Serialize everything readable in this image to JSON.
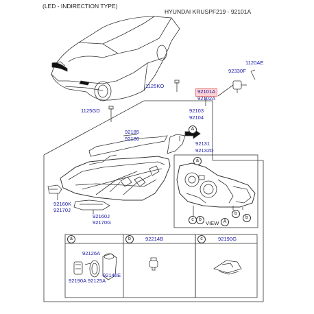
{
  "header": {
    "type_label": "(LED - INDIRECTION TYPE)",
    "model_line": "HYUNDAI KRUSPF219 - 92101A"
  },
  "parts": {
    "p1120AE": "1120AE",
    "p92330F": "92330F",
    "p1125KO": "1125KO",
    "p92101A": "92101A",
    "p92102A": "92102A",
    "p1125GD": "1125GD",
    "p92103": "92103",
    "p92104": "92104",
    "p92185": "92185",
    "p92186": "92186",
    "p92131": "92131",
    "p92132D": "92132D",
    "p92160K": "92160K",
    "p92170J": "92170J",
    "p92160J": "92160J",
    "p92170G": "92170G",
    "p92126A": "92126A",
    "p92190A": "92190A",
    "p92125A": "92125A",
    "p92140E": "92140E",
    "p92214B": "92214B",
    "p92190G": "92190G"
  },
  "view_label": "VIEW",
  "callouts": {
    "a": "a",
    "b": "b",
    "c": "c",
    "A": "A"
  }
}
